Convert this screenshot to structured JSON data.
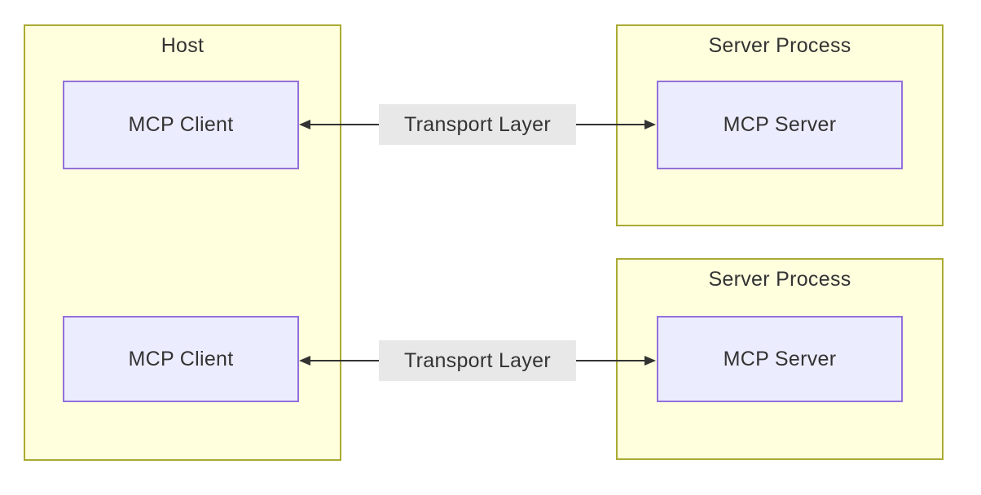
{
  "diagram": {
    "host": {
      "title": "Host"
    },
    "clients": [
      {
        "label": "MCP Client"
      },
      {
        "label": "MCP Client"
      }
    ],
    "server_processes": [
      {
        "title": "Server Process",
        "server_label": "MCP Server"
      },
      {
        "title": "Server Process",
        "server_label": "MCP Server"
      }
    ],
    "edges": [
      {
        "label": "Transport Layer",
        "from": "MCP Client",
        "to": "MCP Server",
        "bidirectional": true
      },
      {
        "label": "Transport Layer",
        "from": "MCP Client",
        "to": "MCP Server",
        "bidirectional": true
      }
    ],
    "colors": {
      "cluster_fill": "#ffffde",
      "cluster_border": "#aaaa33",
      "node_fill": "#ececff",
      "node_border": "#9370db",
      "edge_color": "#333333",
      "edge_label_bg": "#e8e8e8",
      "text_color": "#333333",
      "canvas_bg": "#ffffff"
    }
  }
}
